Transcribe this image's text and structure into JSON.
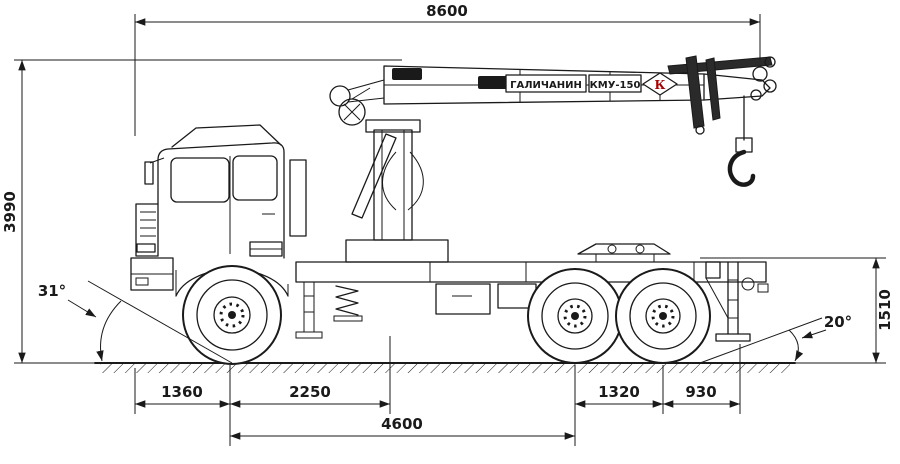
{
  "drawing": {
    "dims": {
      "overall_length": "8600",
      "overall_height": "3990",
      "saddle_height": "1510",
      "approach_angle": "31°",
      "departure_angle": "20°",
      "front_overhang": "1360",
      "cab_to_crane": "2250",
      "bogie_spacing": "1320",
      "rear_overhang": "930",
      "wheelbase": "4600"
    },
    "crane": {
      "brand": "ГАЛИЧАНИН",
      "model": "КМУ-150",
      "logo_letter": "К"
    },
    "colors": {
      "line": "#1a1a1a",
      "background": "#ffffff",
      "accent": "#aa0000"
    }
  }
}
